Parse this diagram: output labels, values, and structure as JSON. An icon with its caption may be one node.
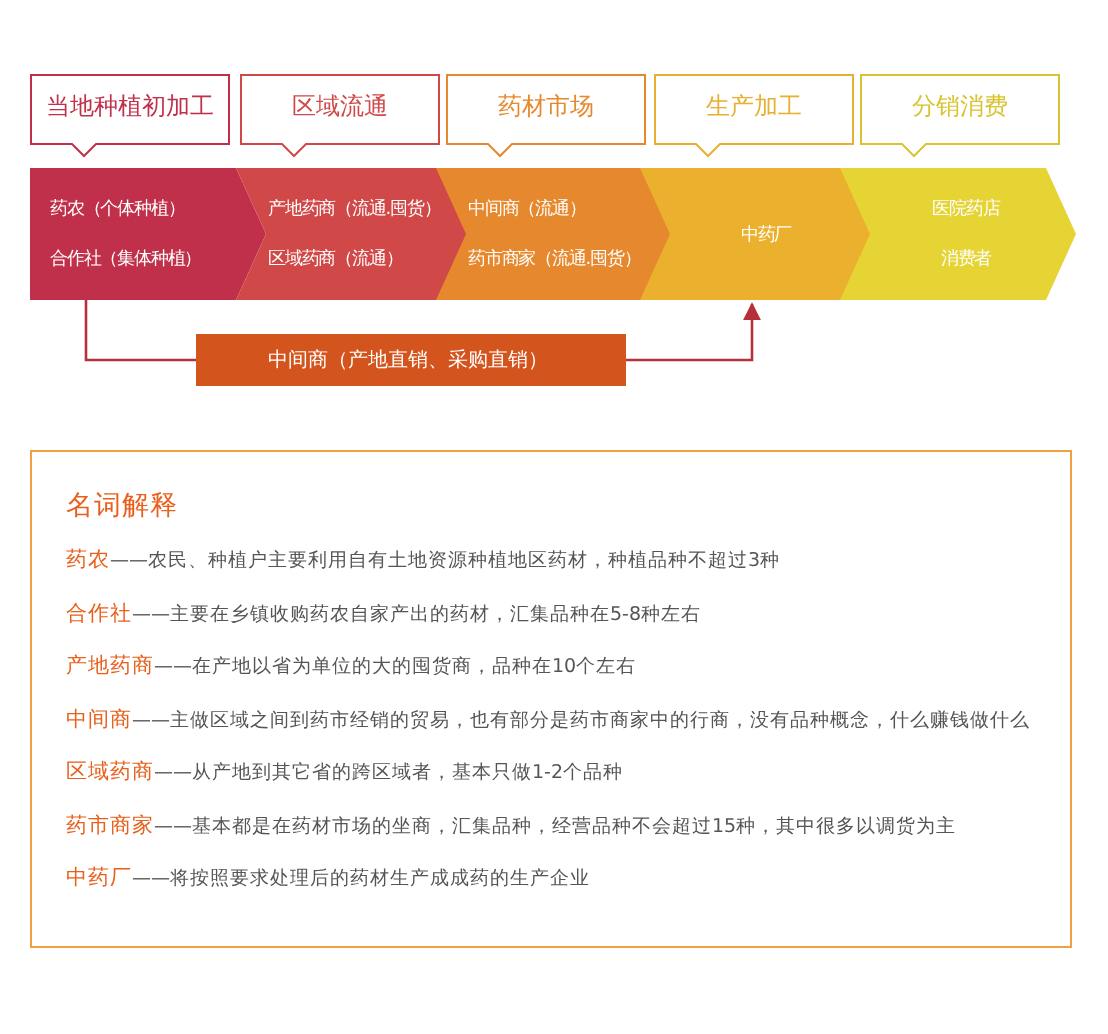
{
  "diagram": {
    "nodes": [
      {
        "text": [
          "当地种植初加工"
        ]
      },
      {
        "text": [
          "区域流通"
        ]
      },
      {
        "text": [
          "药材市场"
        ]
      },
      {
        "text": [
          "生产加工"
        ]
      },
      {
        "text": [
          "分销消费"
        ]
      },
      {
        "text": [
          "药农（个体种植）",
          "合作社（集体种植）"
        ]
      },
      {
        "text": [
          "产地药商（流通.囤货）",
          "区域药商（流通）"
        ]
      },
      {
        "text": [
          "中间商（流通）",
          "药市商家（流通.囤货）"
        ]
      },
      {
        "text": [
          "中药厂"
        ]
      },
      {
        "text": [
          "医院药店",
          "消费者"
        ]
      },
      {
        "text": [
          "中间商（产地直销、采购直销）"
        ]
      },
      {
        "text": [
          "名词解释"
        ]
      }
    ],
    "edges": [
      {
        "from": 5,
        "to": 10,
        "arrow": "none"
      },
      {
        "from": 10,
        "to": 8,
        "arrow": "to"
      }
    ],
    "labels": [
      "药农",
      "——农民、种植户主要利用自有土地资源种植地区药材，种植品种不超过3种",
      "合作社",
      "——主要在乡镇收购药农自家产出的药材，汇集品种在5-8种左右",
      "产地药商",
      "——在产地以省为单位的大的囤货商，品种在10个左右",
      "中间商",
      "——主做区域之间到药市经销的贸易，也有部分是药市商家中的行商，没有品种概念，什么赚钱做什么",
      "区域药商",
      "——从产地到其它省的跨区域者，基本只做1-2个品种",
      "药市商家",
      "——基本都是在药材市场的坐商，汇集品种，经营品种不会超过15种，其中很多以调货为主",
      "中药厂",
      "——将按照要求处理后的药材生产成成药的生产企业"
    ]
  }
}
